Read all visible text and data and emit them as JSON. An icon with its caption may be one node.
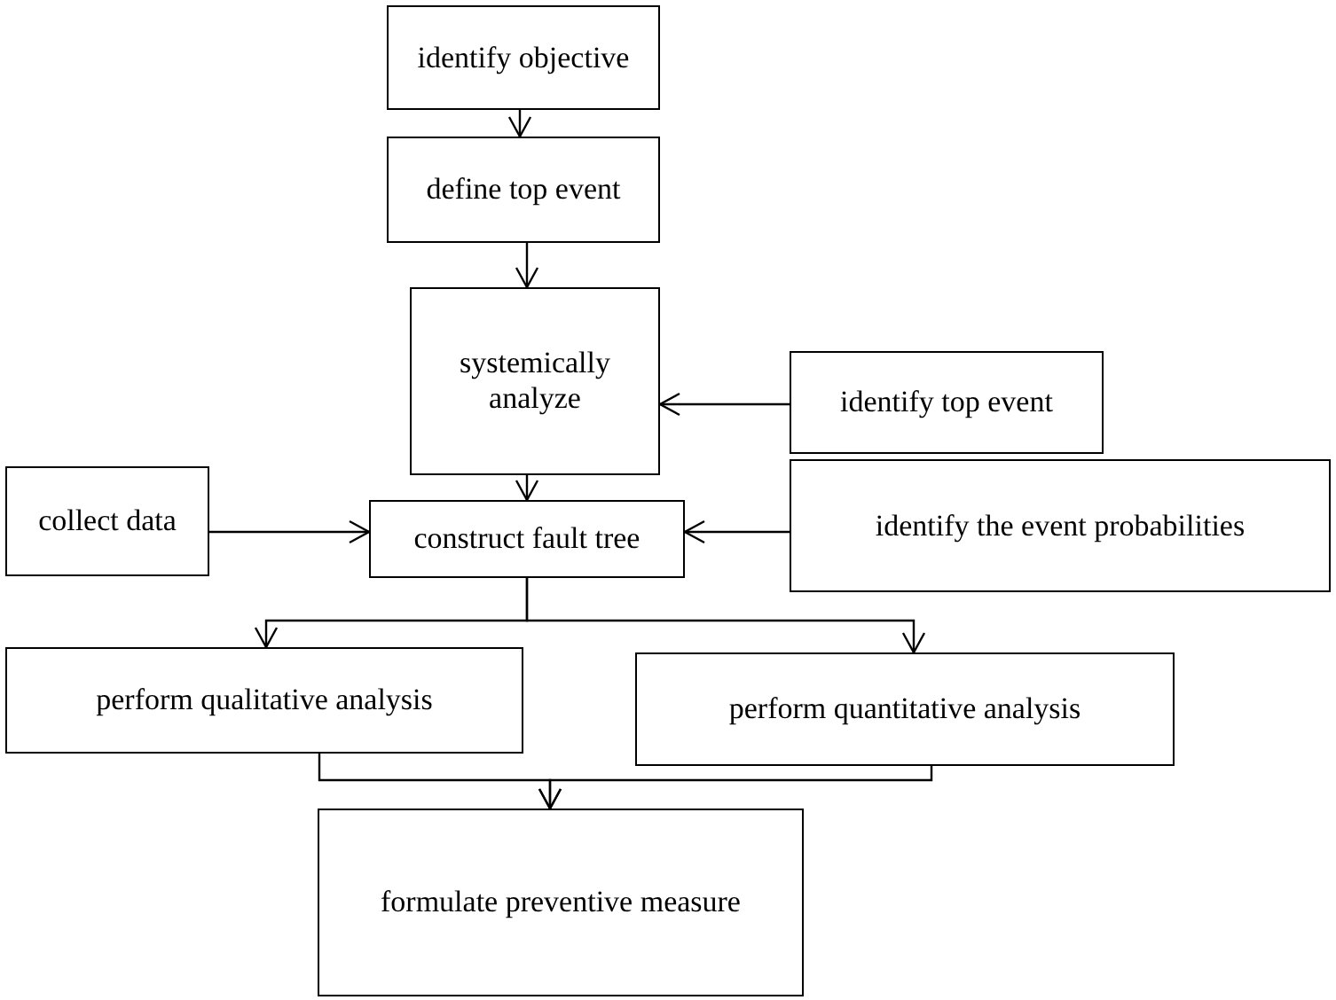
{
  "diagram": {
    "nodes": [
      {
        "text": [
          "identify objective"
        ]
      },
      {
        "text": [
          "define top event"
        ]
      },
      {
        "text": [
          "systemically analyze"
        ]
      },
      {
        "text": [
          "identify top event"
        ]
      },
      {
        "text": [
          "collect data"
        ]
      },
      {
        "text": [
          "construct fault tree"
        ]
      },
      {
        "text": [
          "identify the event probabilities"
        ]
      },
      {
        "text": [
          "perform qualitative analysis"
        ]
      },
      {
        "text": [
          "perform quantitative analysis"
        ]
      },
      {
        "text": [
          "formulate preventive measure"
        ]
      }
    ],
    "edges": [
      {
        "from": 0,
        "to": 1,
        "arrow": "to"
      },
      {
        "from": 1,
        "to": 2,
        "arrow": "to"
      },
      {
        "from": 3,
        "to": 2,
        "arrow": "to"
      },
      {
        "from": 2,
        "to": 5,
        "arrow": "to"
      },
      {
        "from": 4,
        "to": 5,
        "arrow": "to"
      },
      {
        "from": 6,
        "to": 5,
        "arrow": "to"
      },
      {
        "from": 5,
        "to": 7,
        "arrow": "to"
      },
      {
        "from": 5,
        "to": 8,
        "arrow": "to"
      },
      {
        "from": 7,
        "to": 9,
        "arrow": "to"
      },
      {
        "from": 8,
        "to": 9,
        "arrow": "to"
      }
    ]
  }
}
